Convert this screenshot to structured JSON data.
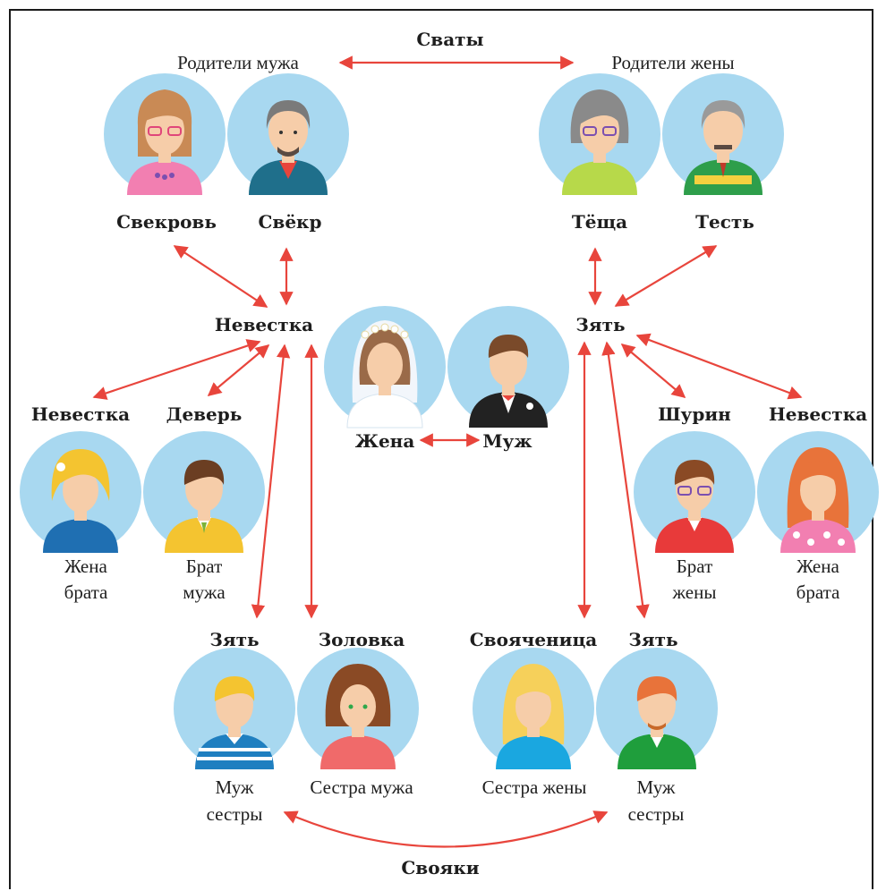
{
  "top": {
    "title": "Сваты",
    "left": "Родители мужа",
    "right": "Родители жены"
  },
  "people": {
    "svekrov": "Свекровь",
    "svekor": "Свёкр",
    "tescha": "Тёща",
    "test": "Тесть",
    "nevestka_center": "Невестка",
    "zyat_center": "Зять",
    "zhena": "Жена",
    "muzh": "Муж",
    "nevestka_left": {
      "role": "Невестка",
      "desc1": "Жена",
      "desc2": "брата"
    },
    "dever": {
      "role": "Деверь",
      "desc1": "Брат",
      "desc2": "мужа"
    },
    "shurin": {
      "role": "Шурин",
      "desc1": "Брат",
      "desc2": "жены"
    },
    "nevestka_right": {
      "role": "Невестка",
      "desc1": "Жена",
      "desc2": "брата"
    },
    "zyat_left": {
      "role": "Зять",
      "desc1": "Муж",
      "desc2": "сестры"
    },
    "zolovka": {
      "role": "Золовка",
      "desc1": "Сестра мужа"
    },
    "svoyachenitsa": {
      "role": "Свояченица",
      "desc1": "Сестра жены"
    },
    "zyat_right": {
      "role": "Зять",
      "desc1": "Муж",
      "desc2": "сестры"
    }
  },
  "bottom": {
    "title": "Свояки"
  },
  "colors": {
    "arrow": "#e8453c",
    "circle": "#a8d8f0",
    "skin": "#f6cda9"
  }
}
